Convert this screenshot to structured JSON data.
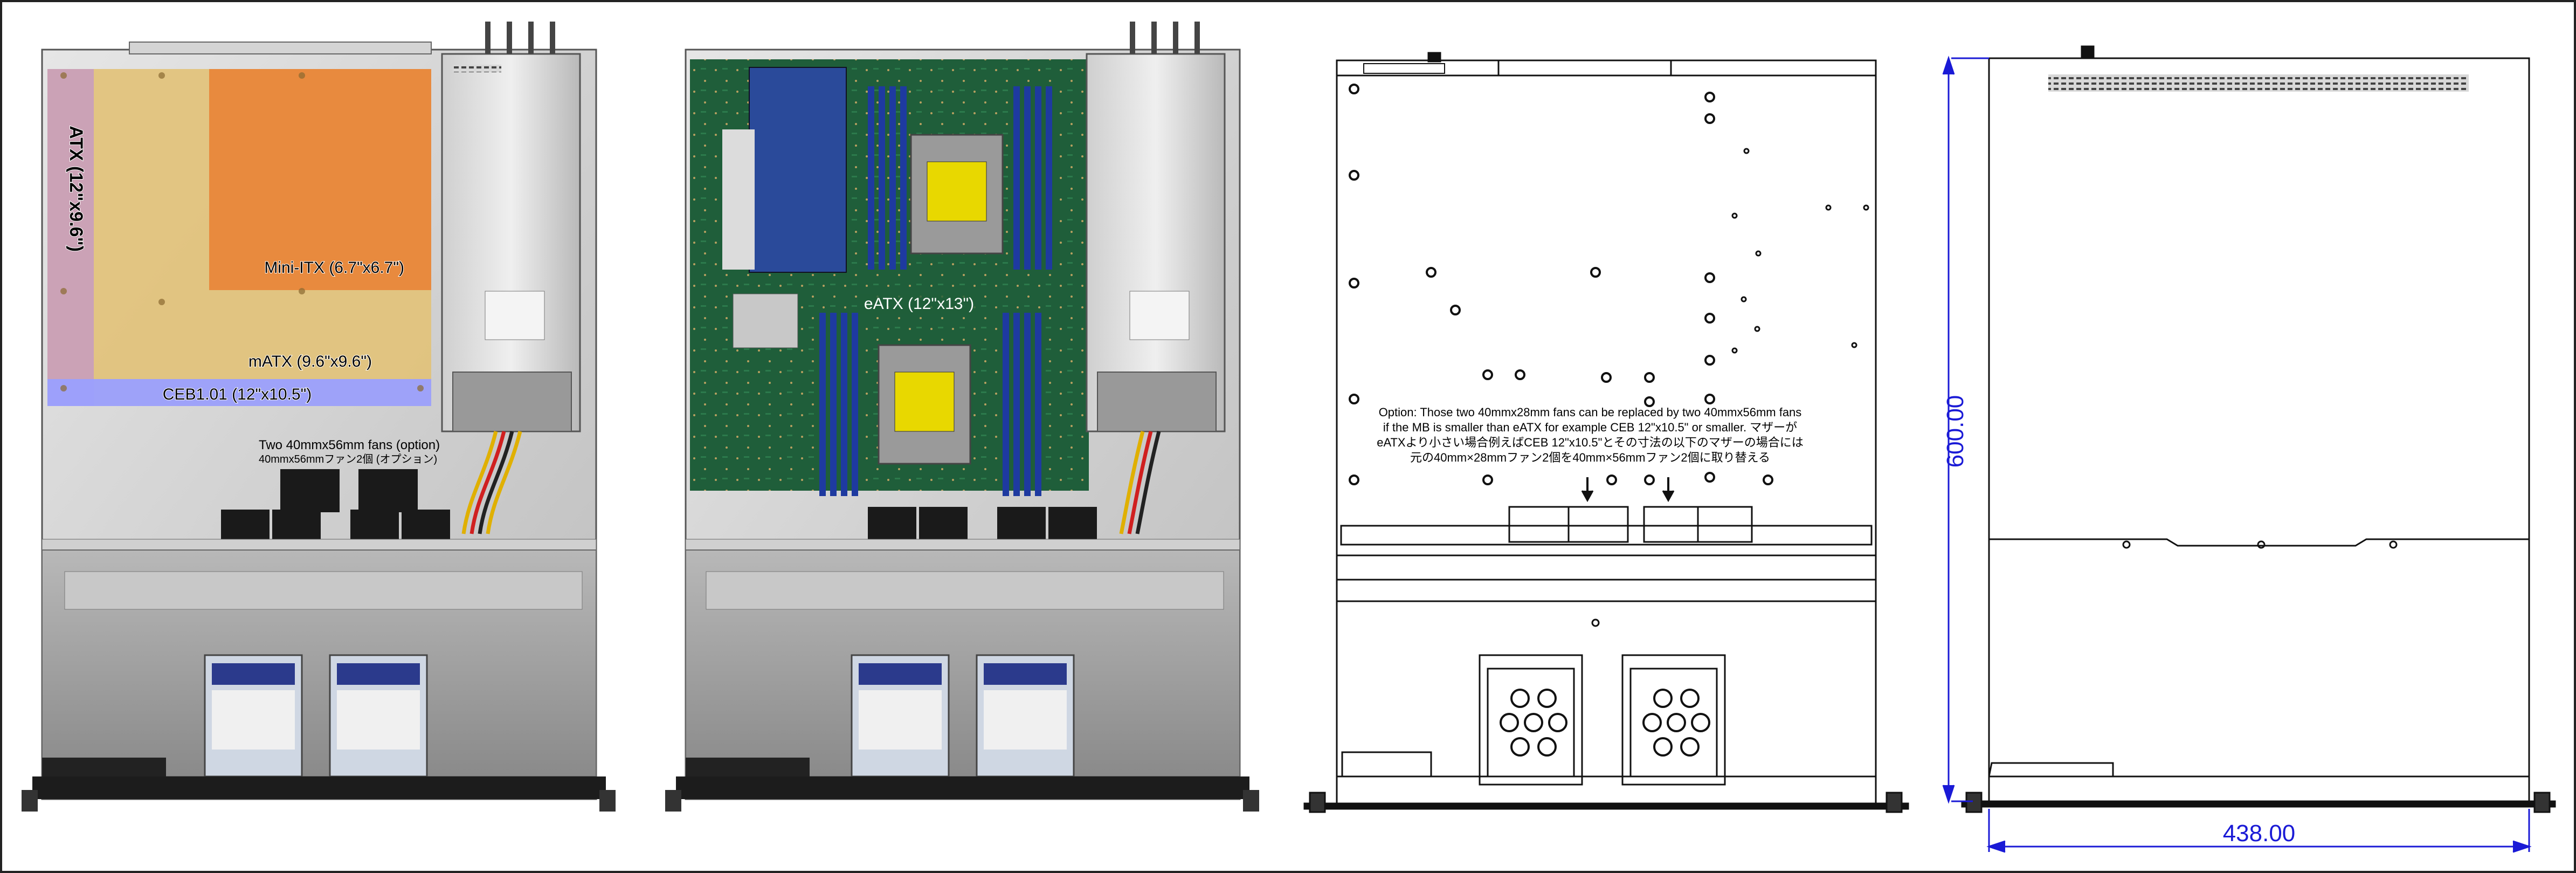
{
  "panel1": {
    "atx_label": "ATX (12\"x9.6\")",
    "mini_itx_label": "Mini-ITX (6.7\"x6.7\")",
    "matx_label": "mATX (9.6\"x9.6\")",
    "ceb_label": "CEB1.01 (12\"x10.5\")",
    "fans_label_en": "Two 40mmx56mm fans (option)",
    "fans_label_jp": "40mmx56mmファン2個 (オプション)",
    "colors": {
      "atx": "#c9a0b8",
      "matx": "#e2c27a",
      "mini_itx": "#e8873a",
      "ceb": "#9aa0ff"
    }
  },
  "panel2": {
    "eatx_label": "eATX (12\"x13\")"
  },
  "panel3": {
    "note_line1": "Option: Those two 40mmx28mm fans can be replaced by two 40mmx56mm fans",
    "note_line2": "if the MB is smaller than eATX for example CEB 12\"x10.5\" or smaller. マザーが",
    "note_line3": "eATXより小さい場合例えばCEB 12\"x10.5\"とその寸法の以下のマザーの場合には",
    "note_line4": "元の40mm×28mmファン2個を40mm×56mmファン2個に取り替える"
  },
  "panel4": {
    "depth_dimension": "600.00",
    "width_dimension": "438.00",
    "dimension_color": "#1a1ad6"
  }
}
